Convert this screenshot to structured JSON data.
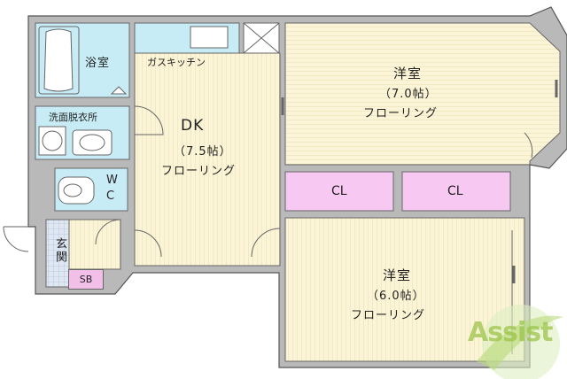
{
  "rooms": {
    "bathroom": "浴室",
    "kitchen": "ガスキッチン",
    "washroom": "洗面脱衣所",
    "dk": {
      "name": "DK",
      "size": "（7.5帖）",
      "floor": "フローリング"
    },
    "wc_w": "W",
    "wc_c": "C",
    "entrance": "玄関",
    "sb": "SB",
    "room1": {
      "name": "洋室",
      "size": "（7.0帖）",
      "floor": "フローリング"
    },
    "room2": {
      "name": "洋室",
      "size": "（6.0帖）",
      "floor": "フローリング"
    },
    "closet1": "CL",
    "closet2": "CL"
  },
  "logo": {
    "text": "Assist"
  },
  "colors": {
    "wall": "#b9b9b9",
    "floor": "#fbf4d6",
    "wet_area": "#c8ecf5",
    "closet": "#f6c8f2",
    "sb_box": "#f2bfe8",
    "logo": "#9cc44a"
  }
}
